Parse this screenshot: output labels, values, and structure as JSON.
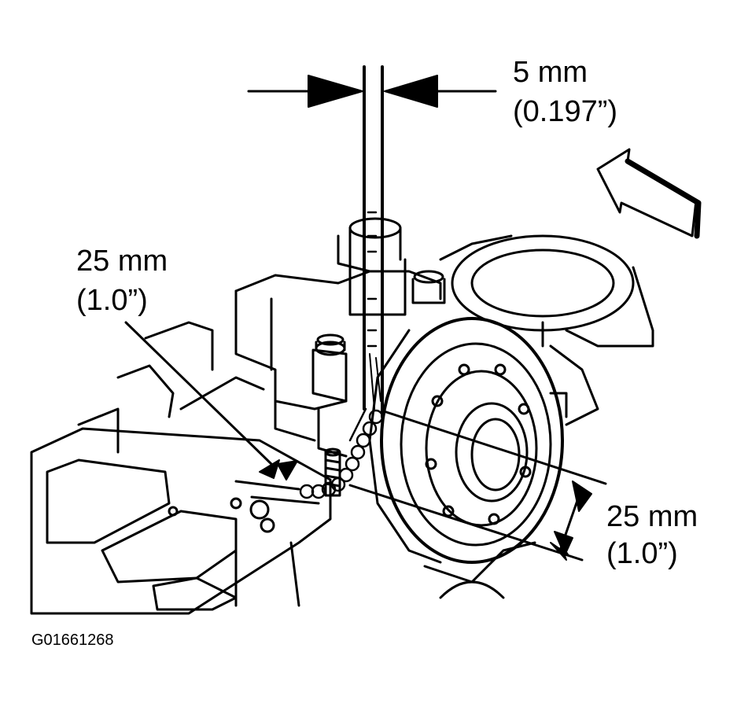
{
  "dimensions": {
    "sealant_width": {
      "metric": "5 mm",
      "imperial": "(0.197”)"
    },
    "left_distance": {
      "metric": "25 mm",
      "imperial": "(1.0”)"
    },
    "right_distance": {
      "metric": "25 mm",
      "imperial": "(1.0”)"
    }
  },
  "figure_id": "G01661268",
  "colors": {
    "ink": "#000000",
    "background": "#ffffff"
  },
  "icons": [
    "view-direction-arrow-icon",
    "dimension-arrow-icon"
  ]
}
